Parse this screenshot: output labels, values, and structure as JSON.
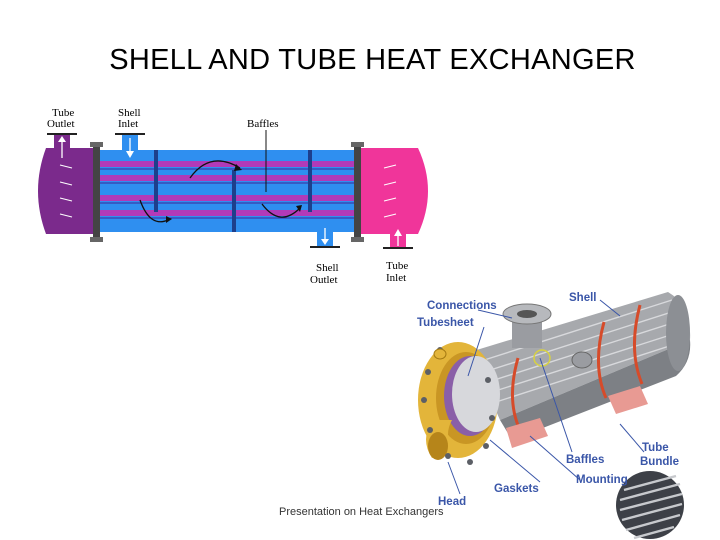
{
  "title": "SHELL AND TUBE HEAT EXCHANGER",
  "footer": "Presentation on Heat Exchangers",
  "schematic": {
    "labels": {
      "tube_outlet_1": "Tube",
      "tube_outlet_2": "Outlet",
      "shell_inlet_1": "Shell",
      "shell_inlet_2": "Inlet",
      "baffles": "Baffles",
      "shell_outlet_1": "Shell",
      "shell_outlet_2": "Outlet",
      "tube_inlet_1": "Tube",
      "tube_inlet_2": "Inlet"
    },
    "colors": {
      "left_head": "#7b2a8c",
      "shell": "#2f8ff0",
      "right_head": "#f0359a",
      "tubes": "#b23ab8",
      "tube_stripe": "#3b2a9a"
    }
  },
  "cutaway": {
    "labels": {
      "connections": "Connections",
      "tubesheet": "Tubesheet",
      "shell": "Shell",
      "baffles": "Baffles",
      "tube_bundle_1": "Tube",
      "tube_bundle_2": "Bundle",
      "mounting": "Mounting",
      "gaskets": "Gaskets",
      "head": "Head"
    },
    "colors": {
      "label_text": "#3a56a8",
      "head": "#e3b53a",
      "body": "#a7a9ad",
      "bands": "#d64b2a"
    }
  }
}
